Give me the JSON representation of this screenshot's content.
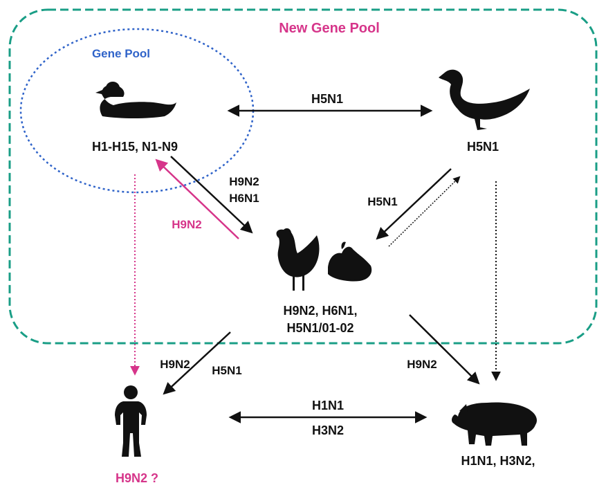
{
  "titles": {
    "new_gene_pool": "New Gene Pool",
    "gene_pool": "Gene Pool"
  },
  "colors": {
    "new_gene_pool_border": "#1a9e86",
    "gene_pool_border": "#2f63c9",
    "magenta": "#d6358a",
    "black": "#111111"
  },
  "hosts": {
    "wild_duck": {
      "icon": "wild-duck-icon",
      "label": "H1-H15, N1-N9"
    },
    "domestic_duck": {
      "icon": "domestic-duck-icon",
      "label": "H5N1"
    },
    "poultry": {
      "icon": "chicken-quail-icon",
      "label_line1": "H9N2, H6N1,",
      "label_line2": "H5N1/01-02"
    },
    "human": {
      "icon": "human-icon",
      "label": "H9N2 ?"
    },
    "pig": {
      "icon": "pig-icon",
      "label": "H1N1, H3N2,"
    }
  },
  "arrow_labels": {
    "wild_domestic_duck": "H5N1",
    "wild_to_poultry_1": "H9N2",
    "wild_to_poultry_2": "H6N1",
    "poultry_to_wild": "H9N2",
    "duck_poultry": "H5N1",
    "poultry_to_human_a": "H9N2",
    "poultry_to_human_b": "H5N1",
    "poultry_to_pig": "H9N2",
    "human_pig_1": "H1N1",
    "human_pig_2": "H3N2"
  }
}
